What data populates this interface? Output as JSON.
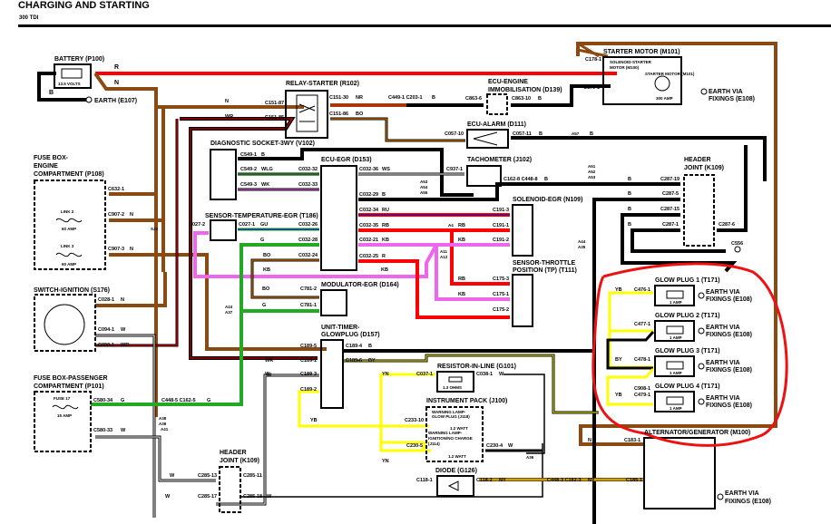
{
  "header": {
    "title": "CHARGING AND STARTING",
    "subtitle": "300 TDI"
  },
  "colors": {
    "brown": "#8b4a12",
    "red": "#ff0000",
    "black": "#000000",
    "green": "#22aa22",
    "pink": "#ee66ee",
    "yellow": "#ffff00",
    "orange": "#ff8800",
    "blue": "#0000cc",
    "annotation": "#ee1111"
  },
  "components": {
    "battery": {
      "name": "BATTERY (P100)",
      "rating": "13.5 VOLTS",
      "earth": "EARTH (E107)"
    },
    "relay_starter": {
      "name": "RELAY-STARTER (R102)"
    },
    "ecu_immob": {
      "name1": "ECU-ENGINE",
      "name2": "IMMOBILISATION (D139)"
    },
    "ecu_alarm": {
      "name": "ECU-ALARM (D111)"
    },
    "starter_motor": {
      "name": "STARTER MOTOR (M101)",
      "solenoid1": "SOLENOID-STARTER",
      "solenoid2": "MOTOR (M100)",
      "inner": "STARTER MOTOR (M101)",
      "rating": "300 AMP",
      "earth1": "EARTH VIA",
      "earth2": "FIXINGS (E108)"
    },
    "fusebox_engine": {
      "name1": "FUSE BOX-",
      "name2": "ENGINE",
      "name3": "COMPARTMENT (P108)",
      "link2": "LINK 2",
      "link2_amp": "60 AMP",
      "link3": "LINK 3",
      "link3_amp": "60 AMP"
    },
    "diag_socket": {
      "name": "DIAGNOSTIC SOCKET-3WY (V102)"
    },
    "ecu_egr": {
      "name": "ECU-EGR (D153)"
    },
    "tachometer": {
      "name": "TACHOMETER (J102)"
    },
    "header_joint_top": {
      "name1": "HEADER",
      "name2": "JOINT (K109)"
    },
    "sensor_temp": {
      "name": "SENSOR-TEMPERATURE-EGR (T186)"
    },
    "solenoid_egr": {
      "name": "SOLENOID-EGR (N109)"
    },
    "sensor_throttle": {
      "name1": "SENSOR-THROTTLE",
      "name2": "POSITION (TP) (T111)"
    },
    "switch_ignition": {
      "name": "SWITCH-IGNITION (S176)"
    },
    "modulator_egr": {
      "name": "MODULATOR-EGR (D164)"
    },
    "unit_timer": {
      "name1": "UNIT-TIMER-",
      "name2": "GLOWPLUG (D157)"
    },
    "glow_plugs": [
      {
        "name": "GLOW PLUG 1 (T171)",
        "conn": "C476-1",
        "wire": "YB",
        "rating": "1 AMP",
        "earth1": "EARTH VIA",
        "earth2": "FIXINGS (E108)"
      },
      {
        "name": "GLOW PLUG 2 (T171)",
        "conn": "C477-1",
        "wire": "",
        "rating": "1 AMP",
        "earth1": "EARTH VIA",
        "earth2": "FIXINGS (E108)"
      },
      {
        "name": "GLOW PLUG 3 (T171)",
        "conn": "C478-1",
        "wire": "BY",
        "rating": "1 AMP",
        "earth1": "EARTH VIA",
        "earth2": "FIXINGS (E108)"
      },
      {
        "name": "GLOW PLUG 4 (T171)",
        "conn": "C479-1",
        "conn2": "C908-1",
        "wire": "YB",
        "rating": "1 AMP",
        "earth1": "EARTH VIA",
        "earth2": "FIXINGS (E108)"
      }
    ],
    "fusebox_pass": {
      "name1": "FUSE BOX-PASSENGER",
      "name2": "COMPARTMENT (P101)",
      "fuse": "FUSE 17",
      "fuse_amp": "15 AMP"
    },
    "resistor": {
      "name": "RESISTOR-IN-LINE (G101)",
      "rating": "1.3 OHMS"
    },
    "instrument_pack": {
      "name": "INSTRUMENT PACK (J100)",
      "lamp1a": "WARNING LAMP-",
      "lamp1b": "GLOW PLUG (J118)",
      "lamp1_w": "1.2 WATT",
      "lamp2a": "WARNING LAMP-",
      "lamp2b": "IGNITION/NO CHARGE",
      "lamp2c": "(J114)",
      "lamp2_w": "1.2 WATT"
    },
    "diode": {
      "name": "DIODE (G126)"
    },
    "header_joint_bottom": {
      "name1": "HEADER",
      "name2": "JOINT (K109)"
    },
    "alternator": {
      "name": "ALTERNATOR/GENERATOR (M100)",
      "earth1": "EARTH VIA",
      "earth2": "FIXINGS (E108)"
    }
  },
  "labels": {
    "r": "R",
    "n": "N",
    "b": "B",
    "wr": "WR",
    "w": "W",
    "g": "G",
    "gu": "GU",
    "bo": "BO",
    "kb": "KB",
    "rb": "RB",
    "ru": "RU",
    "ws": "WS",
    "wlg": "WLG",
    "wk": "WK",
    "nr": "NR",
    "by": "BY",
    "yn": "YN",
    "yb": "YB",
    "ny": "NY",
    "c151_87": "C151-87",
    "c151_85": "C151-85",
    "c151_30": "C151-30",
    "c151_86": "C151-86",
    "c449_1": "C449-1 C203-1",
    "c863_6": "C863-6",
    "c863_10": "C863-10",
    "c057_10": "C057-10",
    "c057_11": "C057-11",
    "a57": "A57",
    "c178_1": "C178-1",
    "c179_1": "C179-1",
    "c632_1": "C632-1",
    "c907_2": "C907-2",
    "c907_3": "C907-3",
    "sj2": "SJ2",
    "c549_1": "C549-1",
    "c549_2": "C549-2",
    "c549_3": "C549-3",
    "c032_32": "C032-32",
    "c032_33": "C032-33",
    "c032_36": "C032-36",
    "c032_29": "C032-29",
    "c032_34": "C032-34",
    "c032_35": "C032-35",
    "c032_21": "C032-21",
    "c032_25": "C032-25",
    "c032_26": "C032-26",
    "c032_28": "C032-28",
    "c032_24": "C032-24",
    "c937_1": "C937-1",
    "a53": "A53",
    "a54": "A54",
    "a55": "A55",
    "c162_8": "C162-8 C448-8",
    "a51": "A51",
    "a52": "A52",
    "a53b": "A53",
    "c287_19": "C287-19",
    "c287_5": "C287-5",
    "c287_15": "C287-15",
    "c287_1": "C287-1",
    "c287_6": "C287-6",
    "c556": "C556",
    "c027_2": "C027-2",
    "c027_1": "C027-1",
    "a4": "A4",
    "a11": "A11",
    "a12": "A12",
    "a44": "A44",
    "a35": "A35",
    "c191_3": "C191-3",
    "c191_1": "C191-1",
    "c191_2": "C191-2",
    "c175_3": "C175-3",
    "c175_1": "C175-1",
    "c175_2": "C175-2",
    "c028_1": "C028-1",
    "c094_1": "C094-1",
    "c090_1": "C090-1",
    "a44b": "A44",
    "c781_2": "C781-2",
    "c781_1": "C781-1",
    "a24": "A24",
    "a37": "A37",
    "c189_5": "C189-5",
    "c189_1": "C189-1",
    "c189_3": "C189-3",
    "c189_2": "C189-2",
    "c189_4": "C189-4",
    "c189_6": "C189-6",
    "c037_1": "C037-1",
    "c038_1": "C038-1",
    "c233_10": "C233-10",
    "c230_5": "C230-5",
    "c230_4": "C230-4",
    "a36": "A36",
    "c118_1": "C118-1",
    "c118_2": "C118-2",
    "c448_3": "C448-3 C162-3",
    "c580_34": "C580-34",
    "c580_33": "C580-33",
    "c448_5": "C448-5 C162-5",
    "a38": "A38",
    "a39": "A39",
    "a41": "A41",
    "c285_13": "C285-13",
    "c285_11": "C285-11",
    "c285_17": "C285-17",
    "c285_18": "C285-18",
    "c183_1": "C183-1",
    "c185_1": "C185-1"
  }
}
